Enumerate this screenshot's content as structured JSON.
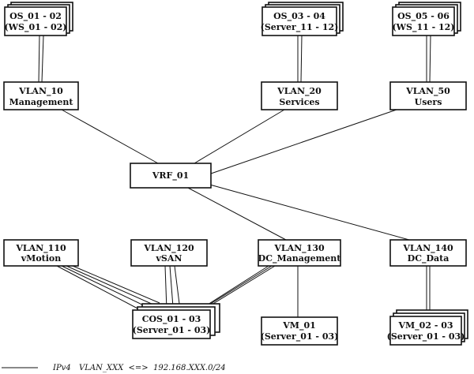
{
  "nodes": {
    "os_01_02": {
      "line1": "OS_01 - 02",
      "line2": "(WS_01 - 02)"
    },
    "os_03_04": {
      "line1": "OS_03 - 04",
      "line2": "(Server_11 - 12)"
    },
    "os_05_06": {
      "line1": "OS_05 - 06",
      "line2": "(WS_11 - 12)"
    },
    "vlan_10": {
      "line1": "VLAN_10",
      "line2": "Management"
    },
    "vlan_20": {
      "line1": "VLAN_20",
      "line2": "Services"
    },
    "vlan_50": {
      "line1": "VLAN_50",
      "line2": "Users"
    },
    "vrf_01": {
      "line1": "VRF_01"
    },
    "vlan_110": {
      "line1": "VLAN_110",
      "line2": "vMotion"
    },
    "vlan_120": {
      "line1": "VLAN_120",
      "line2": "vSAN"
    },
    "vlan_130": {
      "line1": "VLAN_130",
      "line2": "DC_Management"
    },
    "vlan_140": {
      "line1": "VLAN_140",
      "line2": "DC_Data"
    },
    "cos_01_03": {
      "line1": "COS_01 - 03",
      "line2": "(Server_01 - 03)"
    },
    "vm_01": {
      "line1": "VM_01",
      "line2": "(Server_01 - 03)"
    },
    "vm_02_03": {
      "line1": "VM_02 - 03",
      "line2": "(Server_01 - 03)"
    }
  },
  "legend": {
    "protocol": "IPv4",
    "mapping": "VLAN_XXX  <=>  192.168.XXX.0/24"
  },
  "colors": {
    "line": "#111111",
    "background": "#ffffff"
  }
}
